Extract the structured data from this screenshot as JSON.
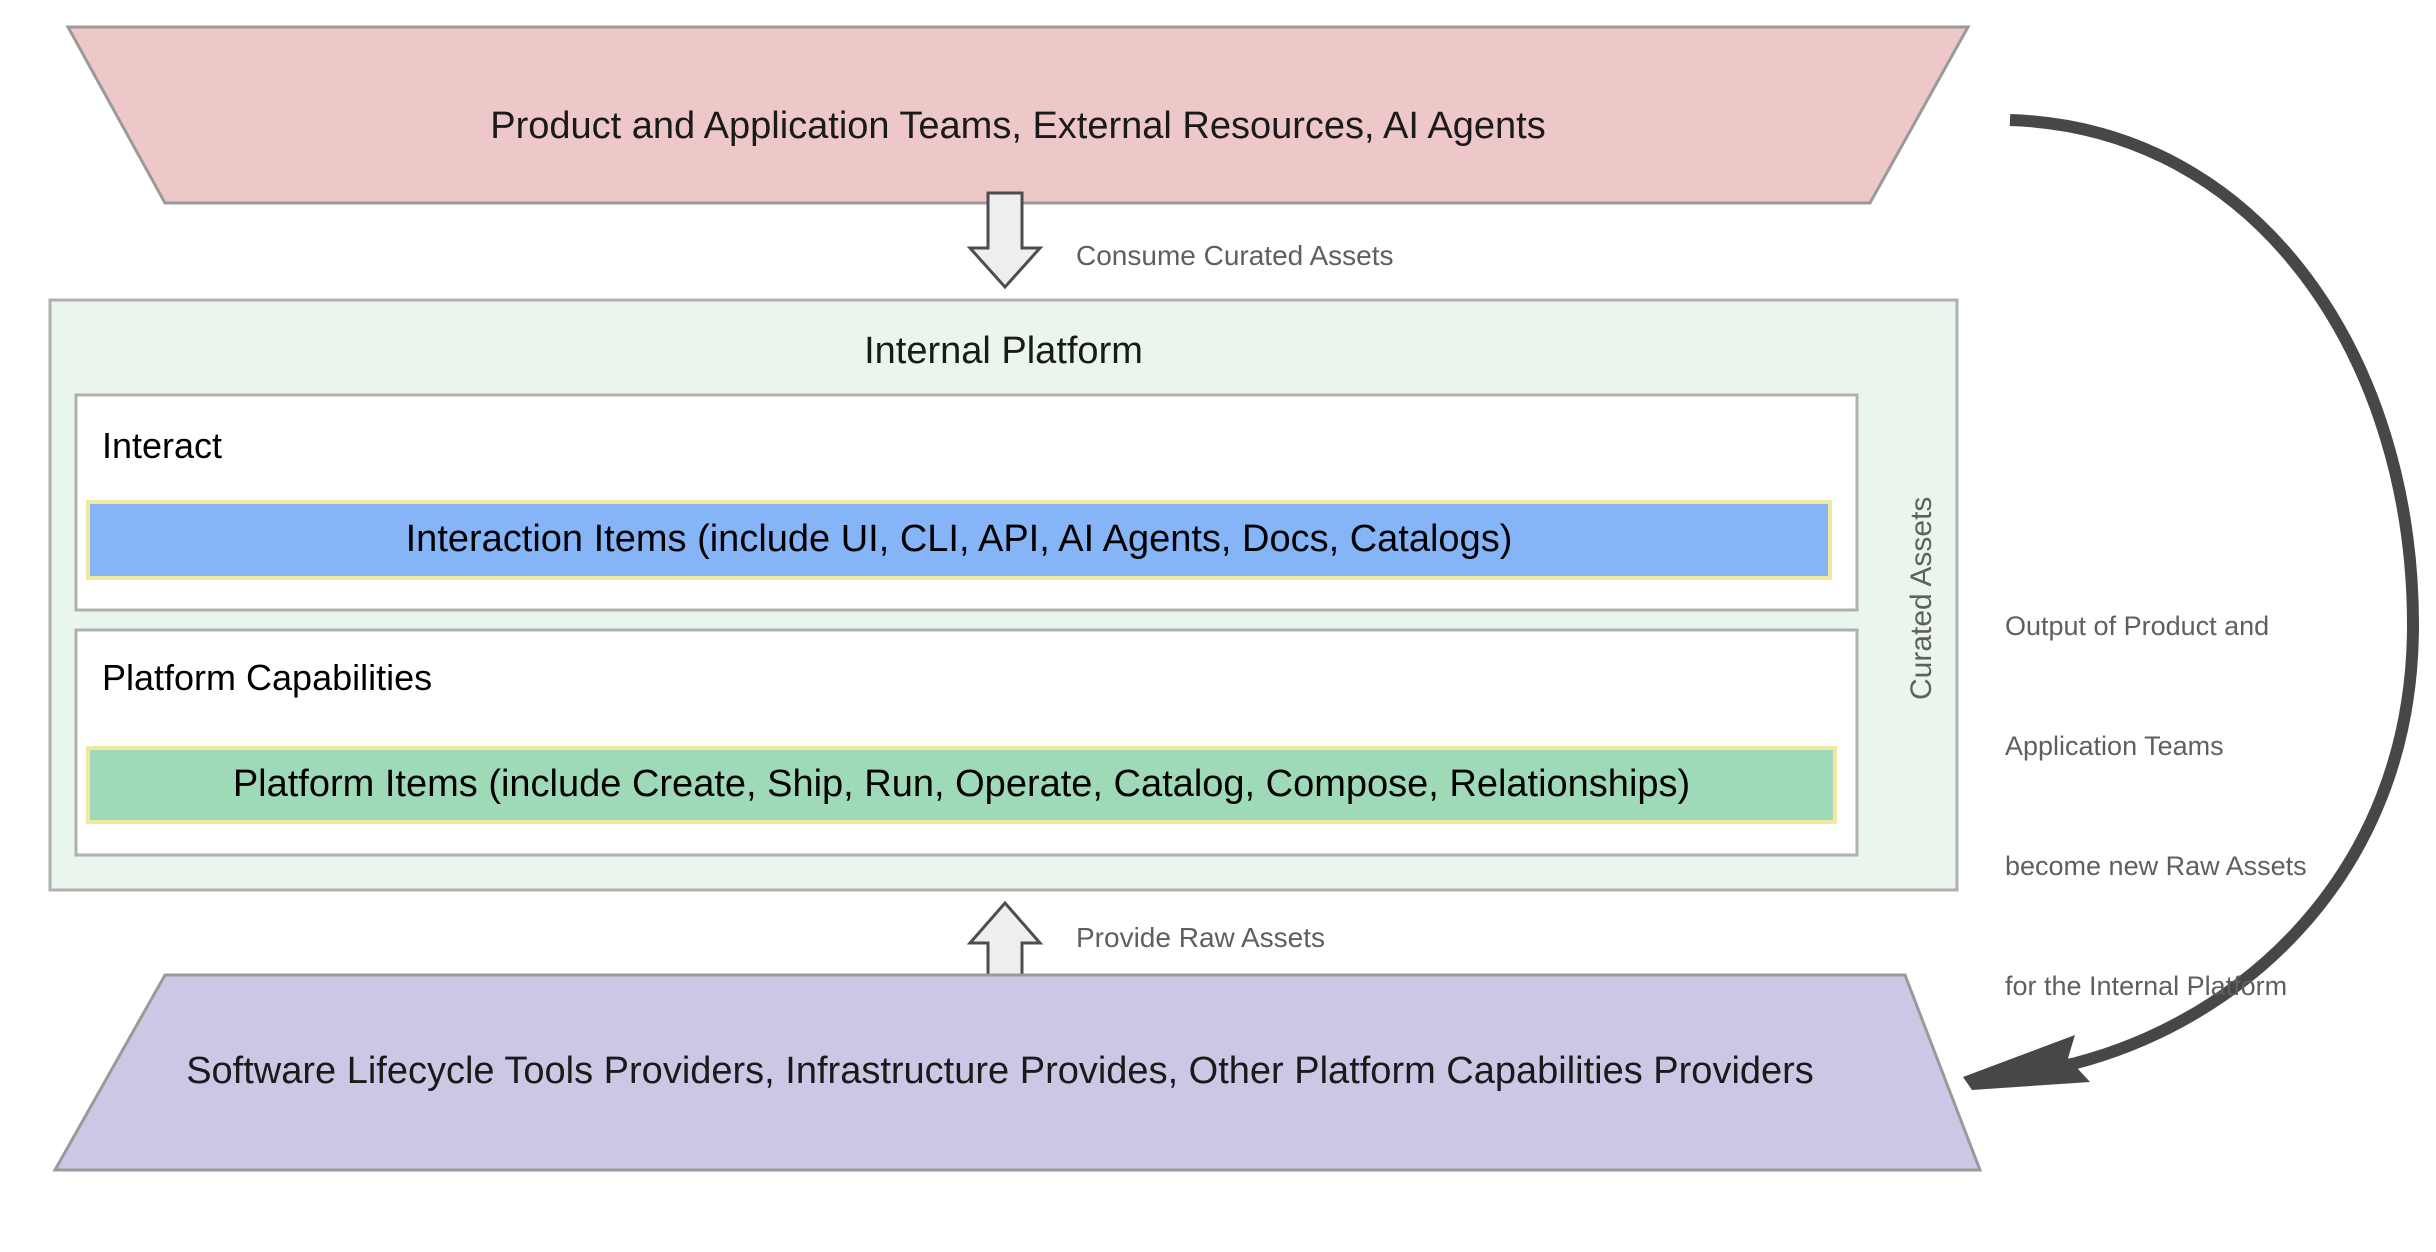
{
  "diagram": {
    "title_implied": "Internal Platform Asset Flow",
    "top_band": {
      "label": "Product and Application Teams, External Resources, AI Agents",
      "fill": "#eec8c8",
      "stroke": "#9a9a9a",
      "shape": "trapezoid-narrowing-down"
    },
    "bottom_band": {
      "label": "Software Lifecycle Tools Providers, Infrastructure Provides, Other Platform Capabilities Providers",
      "fill": "#cdc7e6",
      "stroke": "#9a9a9a",
      "shape": "trapezoid-widening-up"
    },
    "platform": {
      "title": "Internal Platform",
      "fill": "#eaf5ee",
      "stroke": "#b0b0b0",
      "side_label": "Curated Assets",
      "sections": [
        {
          "name": "interact",
          "heading": "Interact",
          "item_label": "Interaction Items (include UI, CLI, API, AI Agents, Docs, Catalogs)",
          "item_fill": "#85b4f7",
          "item_stroke": "#f2e9a0"
        },
        {
          "name": "platform-capabilities",
          "heading": "Platform Capabilities",
          "item_label": "Platform Items (include Create, Ship, Run, Operate, Catalog, Compose, Relationships)",
          "item_fill": "#9ed9b8",
          "item_stroke": "#f2e9a0"
        }
      ]
    },
    "flows": {
      "consume": {
        "label": "Consume Curated Assets",
        "direction": "down",
        "from": "Product and Application Teams, External Resources, AI Agents",
        "to": "Internal Platform"
      },
      "provide": {
        "label": "Provide Raw Assets",
        "direction": "up",
        "from": "Software Lifecycle Tools Providers, Infrastructure Provides, Other Platform Capabilities Providers",
        "to": "Internal Platform"
      },
      "feedback": {
        "lines": [
          "Output of Product and",
          "Application Teams",
          "become new Raw Assets",
          "for the Internal Platform"
        ],
        "direction": "curved-right-down",
        "stroke": "#474747"
      }
    }
  }
}
